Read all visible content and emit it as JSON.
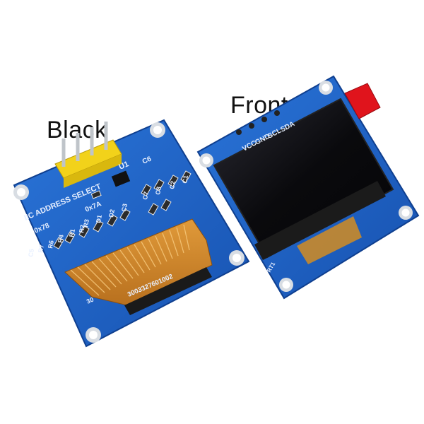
{
  "captions": {
    "back": "Black",
    "front": "Front"
  },
  "back_board": {
    "silkscreen": {
      "title": "IIC ADDRESS SELECT",
      "addr_a": "0x78",
      "addr_b": "0x7A",
      "serial": "3003327601002",
      "pin_count": "30",
      "u1": "U1",
      "labels": [
        "C6",
        "C7",
        "C8",
        "C2",
        "C1",
        "C3",
        "D2",
        "D1",
        "R3",
        "R1",
        "R2",
        "R4",
        "R6",
        "R7",
        "C5"
      ]
    }
  },
  "front_board": {
    "pins": [
      "VCC",
      "GND",
      "SCL",
      "SDA"
    ],
    "marking": "RT1"
  },
  "colors": {
    "pcb_blue": "#1f63c8",
    "header_yellow": "#f2d21a",
    "flex_orange": "#d58a2a",
    "screen_black": "#0c0c0f",
    "tape_red": "#e0141c"
  }
}
